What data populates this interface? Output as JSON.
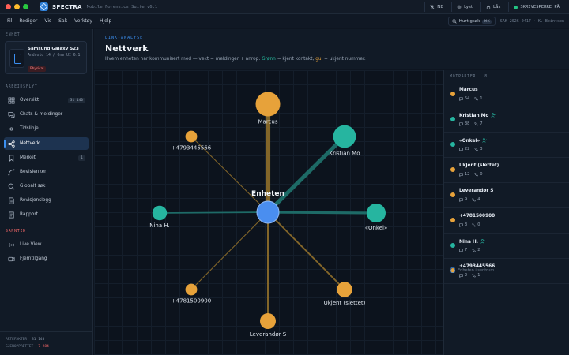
{
  "window": {
    "dots": [
      "#ff5f57",
      "#febc2e",
      "#28c840"
    ],
    "brand": "SPECTRA",
    "subtitle": "Mobile Forensics Suite v6.1",
    "actions": [
      {
        "icon": "no-wifi-icon",
        "label": "NB"
      },
      {
        "icon": "sun-icon",
        "label": "Lyst"
      },
      {
        "icon": "lock-icon",
        "label": "Lås"
      }
    ],
    "write_protect": "SKRIVESPERRE PÅ"
  },
  "menu": {
    "items": [
      "Fil",
      "Rediger",
      "Vis",
      "Sak",
      "Verktøy",
      "Hjelp"
    ],
    "quick_search": "Hurtigsøk",
    "shortcut": "⌘K",
    "case_ref": "SAK 2026-0417 · K. Beintsen"
  },
  "sidebar": {
    "unit_label": "ENHET",
    "device": {
      "name": "Samsung Galaxy S23",
      "os": "Android 14 / One UI 6.1",
      "badge": "Physical"
    },
    "workflow_label": "ARBEIDSFLYT",
    "nav": [
      {
        "label": "Oversikt",
        "icon": "grid-icon",
        "count": "31 140"
      },
      {
        "label": "Chats & meldinger",
        "icon": "chat-icon",
        "count": ""
      },
      {
        "label": "Tidslinje",
        "icon": "timeline-icon",
        "count": ""
      },
      {
        "label": "Nettverk",
        "icon": "network-icon",
        "count": ""
      },
      {
        "label": "Merket",
        "icon": "bookmark-icon",
        "count": "1"
      },
      {
        "label": "Bevislenker",
        "icon": "link-icon",
        "count": ""
      },
      {
        "label": "Globalt søk",
        "icon": "search-icon",
        "count": ""
      },
      {
        "label": "Revisjonslogg",
        "icon": "log-icon",
        "count": ""
      },
      {
        "label": "Rapport",
        "icon": "report-icon",
        "count": ""
      }
    ],
    "realtime_label": "SANNTID",
    "realtime": [
      {
        "label": "Live View",
        "icon": "broadcast-icon"
      },
      {
        "label": "Fjerntilgang",
        "icon": "camera-icon"
      }
    ],
    "footer": {
      "artifacts_label": "ARTEFAKTER",
      "artifacts_value": "31 140",
      "recovered_label": "GJENOPPRETTET",
      "recovered_value": "7 284"
    }
  },
  "header": {
    "eyebrow": "LINK-ANALYSE",
    "title": "Nettverk",
    "desc_prefix": "Hvem enheten har kommunisert med — vekt = meldinger + anrop. ",
    "desc_green": "Grønn",
    "desc_mid": " = kjent kontakt, ",
    "desc_yellow": "gul",
    "desc_suffix": " = ukjent nummer."
  },
  "graph": {
    "center_label": "Enheten",
    "colors": {
      "center": "#4a8ef0",
      "known": "#26b5a0",
      "unknown": "#e7a23a",
      "edge_known": "#1f6f6a",
      "edge_unknown": "#8a6a2a"
    },
    "nodes": [
      {
        "label": "Marcus",
        "kind": "unknown",
        "weight": 56
      },
      {
        "label": "Kristian Mo",
        "kind": "known",
        "weight": 45
      },
      {
        "label": "«Onkel»",
        "kind": "known",
        "weight": 25
      },
      {
        "label": "Ukjent (slettet)",
        "kind": "unknown",
        "weight": 12
      },
      {
        "label": "Leverandør S",
        "kind": "unknown",
        "weight": 13
      },
      {
        "label": "+4781500900",
        "kind": "unknown",
        "weight": 3
      },
      {
        "label": "Nina H.",
        "kind": "known",
        "weight": 9
      },
      {
        "label": "+4793445566",
        "kind": "unknown",
        "weight": 3
      }
    ]
  },
  "counterparts": {
    "title": "MOTPARTER · 8",
    "items": [
      {
        "name": "Marcus",
        "kind": "unknown",
        "known": false,
        "msgs": "54",
        "calls": "1"
      },
      {
        "name": "Kristian Mo",
        "kind": "known",
        "known": true,
        "msgs": "38",
        "calls": "7"
      },
      {
        "name": "«Onkel»",
        "kind": "known",
        "known": true,
        "msgs": "22",
        "calls": "3"
      },
      {
        "name": "Ukjent (slettet)",
        "kind": "unknown",
        "known": false,
        "msgs": "12",
        "calls": "0"
      },
      {
        "name": "Leverandør S",
        "kind": "unknown",
        "known": false,
        "msgs": "9",
        "calls": "4"
      },
      {
        "name": "+4781500900",
        "kind": "unknown",
        "known": false,
        "msgs": "3",
        "calls": "0"
      },
      {
        "name": "Nina H.",
        "kind": "known",
        "known": true,
        "msgs": "7",
        "calls": "2"
      },
      {
        "name": "+4793445566",
        "kind": "unknown",
        "known": false,
        "msgs": "2",
        "calls": "1"
      }
    ],
    "footer": "Enheten i sentrum"
  }
}
